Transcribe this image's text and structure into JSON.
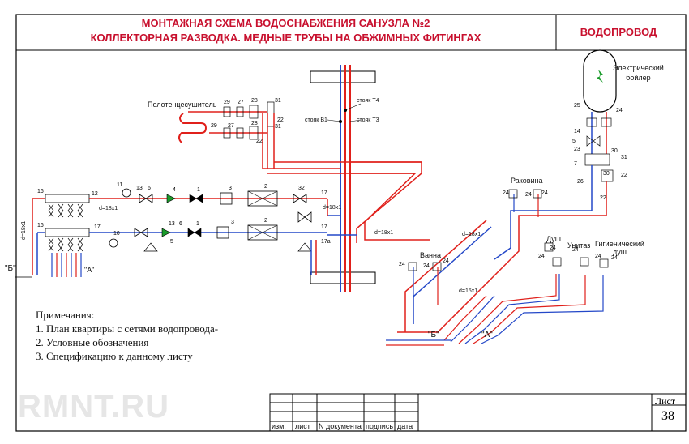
{
  "header": {
    "title_line1": "МОНТАЖНАЯ СХЕМА ВОДОСНАБЖЕНИЯ САНУЗЛА №2",
    "title_line2": "КОЛЛЕКТОРНАЯ РАЗВОДКА.  МЕДНЫЕ ТРУБЫ НА ОБЖИМНЫХ ФИТИНГАХ",
    "section": "ВОДОПРОВОД"
  },
  "labels": {
    "towel_dryer": "Полотенцесушитель",
    "boiler_line1": "Электрический",
    "boiler_line2": "бойлер",
    "sink": "Раковина",
    "shower1": "Душ",
    "toilet": "Унитаз",
    "hygienic1": "Гигиенический",
    "hygienic2": "душ",
    "bath": "Ванна",
    "riser_t4": "стояк Т4",
    "riser_b1": "стояк В1",
    "riser_t3": "стояк Т3",
    "pipe_d18_1": "d=18x1",
    "pipe_d18_2": "d=18x1",
    "pipe_d18_3": "d=18x1",
    "pipe_d18_4": "d=18x1",
    "pipe_d15": "d=15x1",
    "pipe_d18_vert": "d=18x1",
    "letter_b_left": "\"Б\"",
    "letter_a_left": "\"А\"",
    "letter_b_bottom": "\"Б\"",
    "letter_a_bottom": "\"А\""
  },
  "notes": {
    "heading": "Примечания:",
    "item1": "1. План квартиры с сетями водопровода-",
    "item2": "2. Условные обозначения",
    "item3": "3. Спецификацию  к данному листу"
  },
  "stamp": {
    "col1": "изм.",
    "col2": "лист",
    "col3": "N документа",
    "col4": "подпись",
    "col5": "дата",
    "sheet_label": "Лист",
    "sheet_number": "38"
  },
  "watermark": "RMNT.RU",
  "colors": {
    "title_red": "#c8102e",
    "hot_red": "#e0201b",
    "cold_blue": "#2448c8",
    "valve_green": "#1a9a2a",
    "frame": "#000000"
  }
}
